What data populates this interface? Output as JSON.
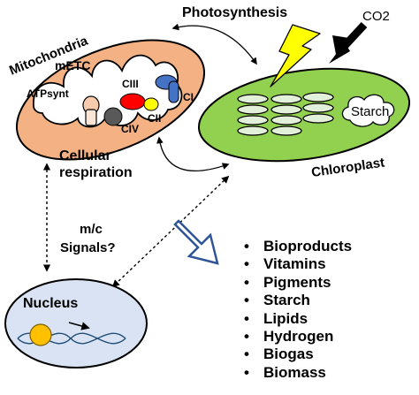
{
  "labels": {
    "photosynthesis": "Photosynthesis",
    "co2": "CO2",
    "mitochondria": "Mitochondria",
    "metc": "mETC",
    "atpsynt": "ATPsynt",
    "ciii": "CIII",
    "ci": "CI",
    "cii": "CII",
    "civ": "CIV",
    "starch": "Starch",
    "chloroplast": "Chloroplast",
    "cellular_respiration_line1": "Cellular",
    "cellular_respiration_line2": "respiration",
    "signals_line1": "m/c",
    "signals_line2": "Signals?",
    "nucleus": "Nucleus"
  },
  "products": [
    "Bioproducts",
    "Vitamins",
    "Pigments",
    "Starch",
    "Lipids",
    "Hydrogen",
    "Biogas",
    "Biomass"
  ],
  "colors": {
    "mitochondrion_fill": "#f4b183",
    "chloroplast_fill": "#92d050",
    "nucleus_fill": "#dae3f3",
    "lightning": "#ffff00",
    "ciii": "#ff0000",
    "ci": "#4472c4",
    "cii": "#ffff00",
    "civ": "#595959",
    "thylakoid": "#e2f0d9",
    "nucleolus": "#ffc000"
  }
}
